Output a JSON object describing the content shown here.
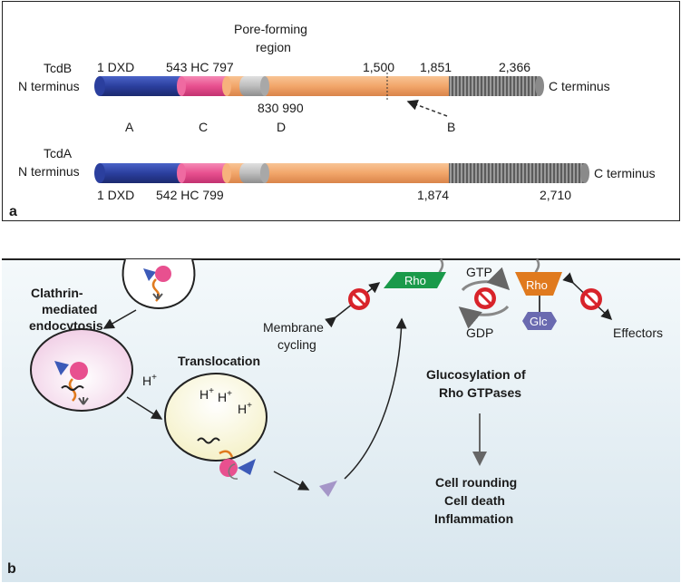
{
  "panel_a": {
    "pore_title_1": "Pore-forming",
    "pore_title_2": "region",
    "tcdb": {
      "name": "TcdB",
      "n_term": "N terminus",
      "c_term": "C terminus",
      "lbl_1_dxd": "1 DXD",
      "lbl_543_hc_797": "543 HC 797",
      "lbl_830_990": "830 990",
      "lbl_1500": "1,500",
      "lbl_1851": "1,851",
      "lbl_2366": "2,366",
      "site_a": "A",
      "site_c": "C",
      "site_d": "D",
      "site_b": "B"
    },
    "tcda": {
      "name": "TcdA",
      "n_term": "N terminus",
      "c_term": "C terminus",
      "lbl_1_dxd": "1 DXD",
      "lbl_542_hc_799": "542  HC 799",
      "lbl_1874": "1,874",
      "lbl_2710": "2,710"
    },
    "panel_label": "a"
  },
  "panel_b": {
    "panel_label": "b",
    "endocytosis_1": "Clathrin-",
    "endocytosis_2": "mediated",
    "endocytosis_3": "endocytosis",
    "translocation": "Translocation",
    "h_plus": "H",
    "plus": "+",
    "rho_left": "Rho",
    "rho_right": "Rho",
    "gtp": "GTP",
    "gdp": "GDP",
    "glc": "Glc",
    "membrane_1": "Membrane",
    "membrane_2": "cycling",
    "effectors": "Effectors",
    "gluco_1": "Glucosylation of",
    "gluco_2": "Rho GTPases",
    "outcome_1": "Cell rounding",
    "outcome_2": "Cell death",
    "outcome_3": "Inflammation"
  },
  "colors": {
    "gtd_blue": "#2b3f9e",
    "cpd_pink": "#e8508f",
    "delivery_orange": "#f2a66a",
    "pore_gray": "#bdbdbd",
    "cros_gray": "#7a7a7a",
    "rho_green": "#1a9a4a",
    "rho_orange": "#e07a1e",
    "glc_purple": "#6a6ab0",
    "inhibit_red": "#d8232a"
  }
}
